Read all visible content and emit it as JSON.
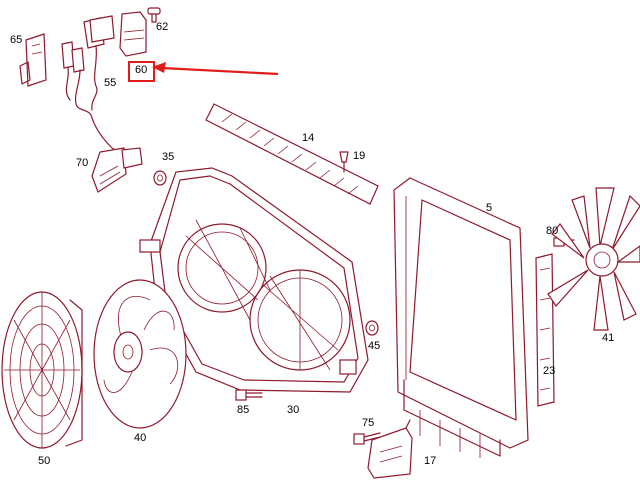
{
  "colors": {
    "line": "#8e1a2e",
    "highlight": "#e21b1b",
    "background": "#ffffff",
    "text": "#000000"
  },
  "callouts": {
    "c65": "65",
    "c62": "62",
    "c60": "60",
    "c55": "55",
    "c14": "14",
    "c70": "70",
    "c35": "35",
    "c19": "19",
    "c5": "5",
    "c80": "80",
    "c41": "41",
    "c45": "45",
    "c23": "23",
    "c85": "85",
    "c30": "30",
    "c75": "75",
    "c50": "50",
    "c40": "40",
    "c17": "17"
  },
  "highlighted_part": "60",
  "annotation": "red-arrow-pointing-left"
}
